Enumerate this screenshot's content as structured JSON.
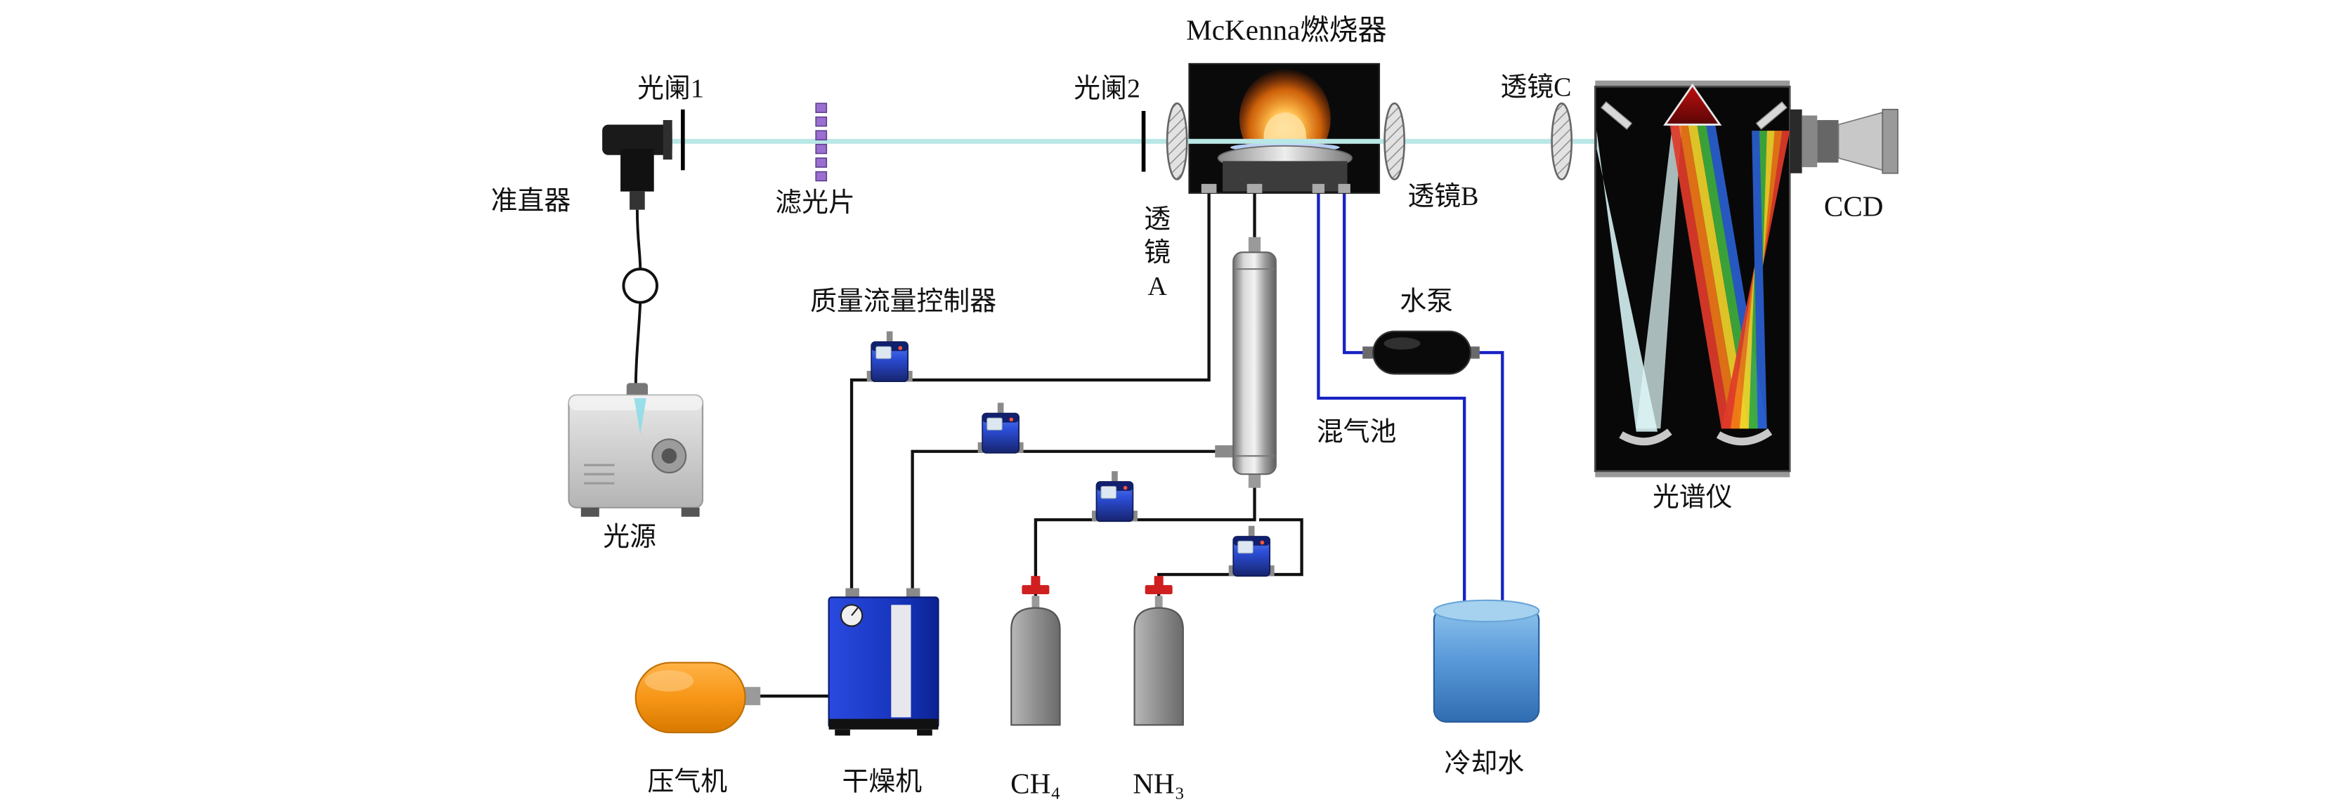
{
  "diagram": {
    "labels": {
      "burner_title": "McKenna燃烧器",
      "collimator": "准直器",
      "aperture1": "光阑1",
      "filter": "滤光片",
      "aperture2": "光阑2",
      "lens_a_chars": [
        "透",
        "镜",
        "A"
      ],
      "lens_b": "透镜B",
      "lens_c": "透镜C",
      "ccd": "CCD",
      "spectrometer": "光谱仪",
      "light_source": "光源",
      "mfc": "质量流量控制器",
      "mixing_tank": "混气池",
      "water_pump": "水泵",
      "compressor": "压气机",
      "dryer": "干燥机",
      "ch4": "CH₄",
      "nh3": "NH₃",
      "cooling_water": "冷却水"
    },
    "colors": {
      "beam": "#b9e7e6",
      "water_line": "#1822c4",
      "gas_line": "#111111",
      "mfc_blue": "#2c4ed8",
      "compressor_orange": "#f79617",
      "dryer_blue": "#1838cc",
      "tank_blue": "#5a9ada",
      "flame_orange": "#ff8c1a",
      "prism_red": "#a00f0f"
    }
  }
}
